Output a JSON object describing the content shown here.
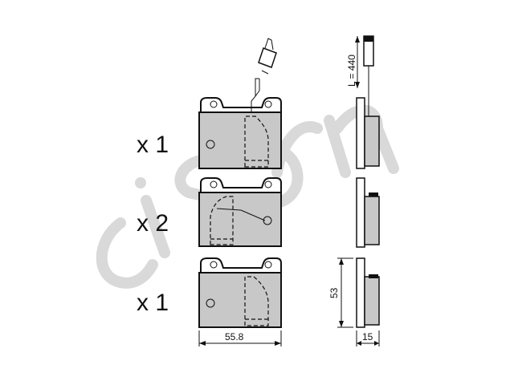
{
  "watermark": {
    "text": "cifam",
    "color": "#d9d9d9"
  },
  "quantities": {
    "pad_top": "x 1",
    "pad_middle": "x 2",
    "pad_bottom": "x 1"
  },
  "dimensions": {
    "width": "55.8",
    "height": "53",
    "thickness": "15",
    "wire_length": "L = 440"
  },
  "colors": {
    "pad_fill": "#c8c8c8",
    "outline": "#111111",
    "background": "#ffffff"
  }
}
